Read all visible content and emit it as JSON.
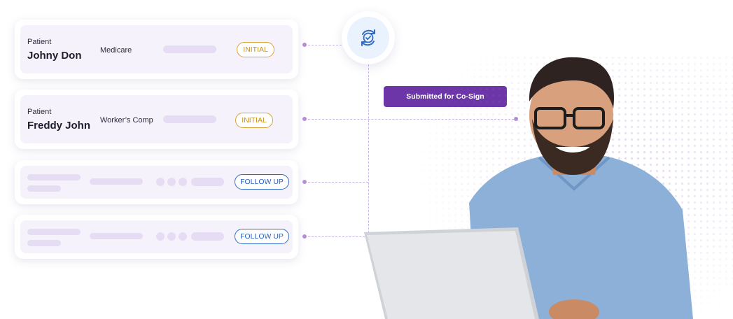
{
  "rows": [
    {
      "label": "Patient",
      "name": "Johny Don",
      "insurance": "Medicare",
      "status": "INITIAL"
    },
    {
      "label": "Patient",
      "name": "Freddy John",
      "insurance": "Worker’s Comp",
      "status": "INITIAL"
    },
    {
      "status": "FOLLOW UP"
    },
    {
      "status": "FOLLOW UP"
    }
  ],
  "cosign_label": "Submitted for Co-Sign",
  "colors": {
    "accent": "#6c36a8",
    "initial": "#d8a431",
    "follow_up": "#2f6bc8",
    "card_fill": "#f6f2fb",
    "placeholder": "#e6dcf4"
  },
  "icons": {
    "sync": "sync-check-icon"
  }
}
